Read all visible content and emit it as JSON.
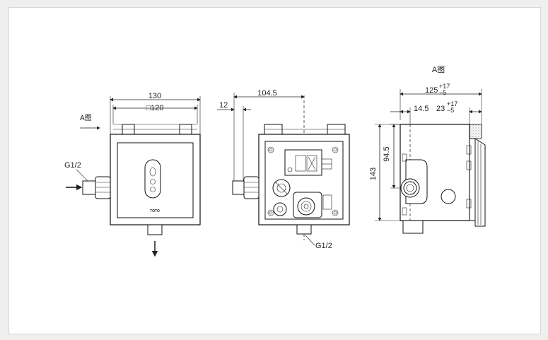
{
  "front_view": {
    "width_outer": "130",
    "width_inner": "□120",
    "view_arrow_label": "A图",
    "inlet_label": "G1/2",
    "brand": "TOTO"
  },
  "back_view": {
    "offset_left": "104.5",
    "offset_small": "12",
    "outlet_label": "G1/2"
  },
  "side_view": {
    "title": "A图",
    "depth_main": "125",
    "depth_main_tol_plus": "+17",
    "depth_main_tol_minus": "−5",
    "offset_small": "14.5",
    "depth_side": "23",
    "depth_side_tol_plus": "+17",
    "depth_side_tol_minus": "−5",
    "height_inner": "94.5",
    "height_total": "143"
  },
  "colors": {
    "background": "#efefef",
    "panel": "#ffffff",
    "line": "#111111"
  }
}
